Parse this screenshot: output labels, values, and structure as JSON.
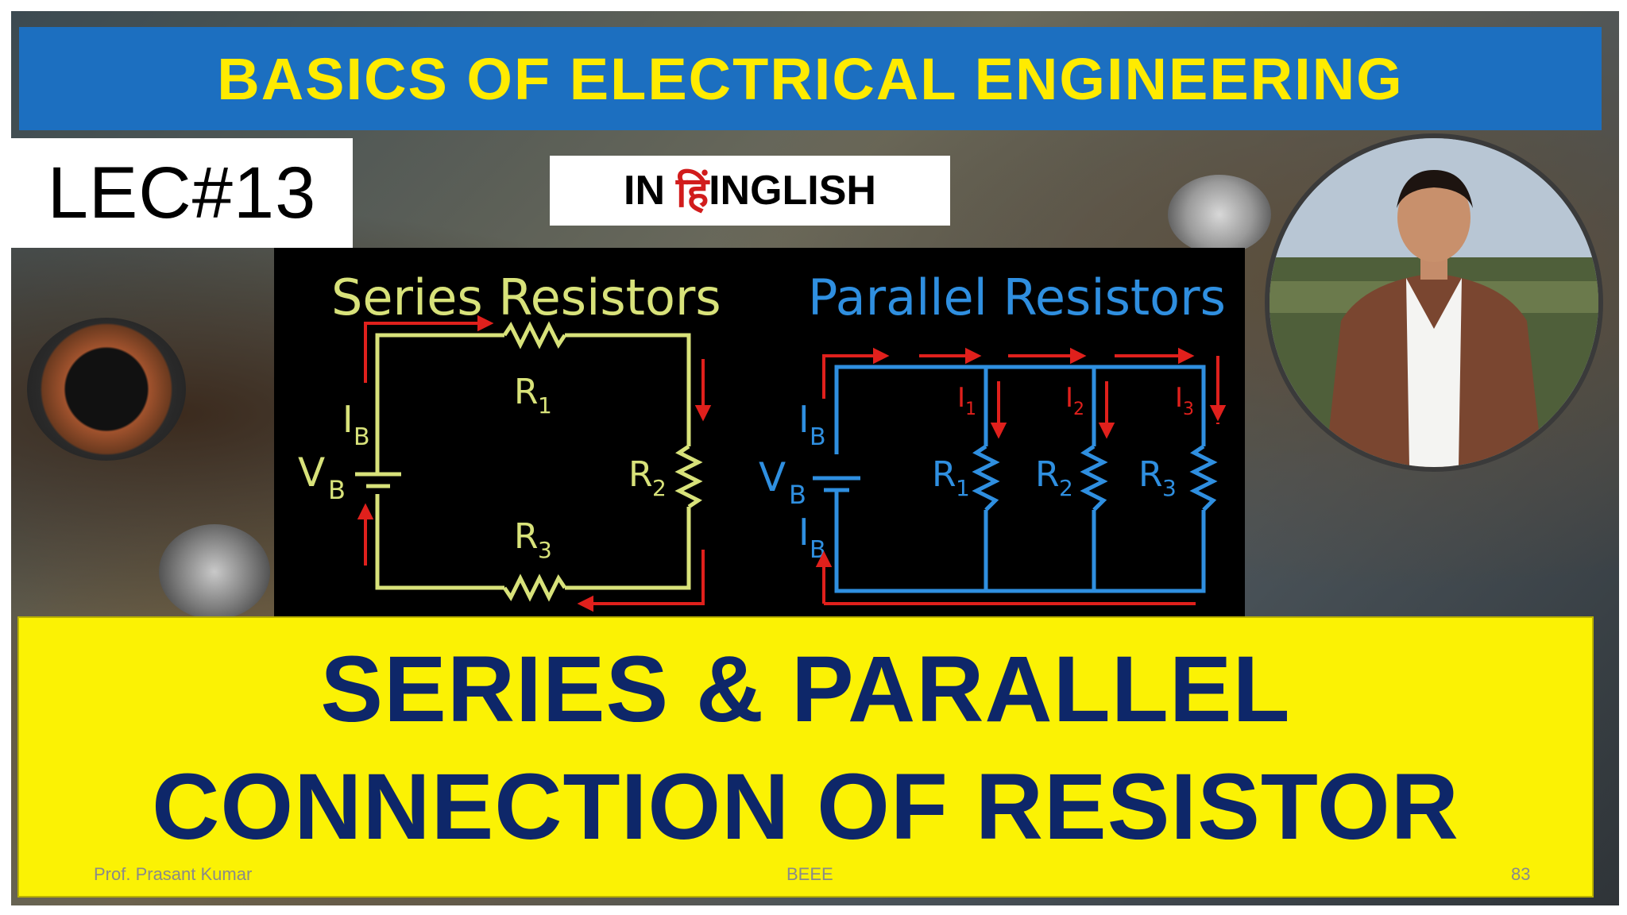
{
  "header": {
    "title": "BASICS OF ELECTRICAL ENGINEERING"
  },
  "lecture": {
    "label": "LEC#13"
  },
  "language_badge": {
    "prefix": "IN",
    "hindi_part": "हिं",
    "suffix": "INGLISH"
  },
  "diagram": {
    "series": {
      "title": "Series Resistors",
      "labels": {
        "vb": "V",
        "vb_sub": "B",
        "ib": "I",
        "ib_sub": "B",
        "r1": "R",
        "r1_sub": "1",
        "r2": "R",
        "r2_sub": "2",
        "r3": "R",
        "r3_sub": "3"
      }
    },
    "parallel": {
      "title": "Parallel Resistors",
      "labels": {
        "vb": "V",
        "vb_sub": "B",
        "ib_top": "I",
        "ib_top_sub": "B",
        "ib_bottom": "I",
        "ib_bottom_sub": "B",
        "i1": "I",
        "i1_sub": "1",
        "i2": "I",
        "i2_sub": "2",
        "i3": "I",
        "i3_sub": "3",
        "r1": "R",
        "r1_sub": "1",
        "r2": "R",
        "r2_sub": "2",
        "r3": "R",
        "r3_sub": "3"
      }
    },
    "colors": {
      "series": "#d8e27a",
      "parallel": "#2f8fe0",
      "arrows": "#e0201c"
    }
  },
  "main": {
    "line1": "SERIES & PARALLEL",
    "line2": "CONNECTION OF RESISTOR"
  },
  "footer": {
    "author": "Prof. Prasant Kumar",
    "course": "BEEE",
    "page": "83"
  },
  "colors": {
    "title_bar": "#1c6fc0",
    "title_text": "#ffeb00",
    "main_box": "#fbf204",
    "main_text": "#0e2769"
  }
}
